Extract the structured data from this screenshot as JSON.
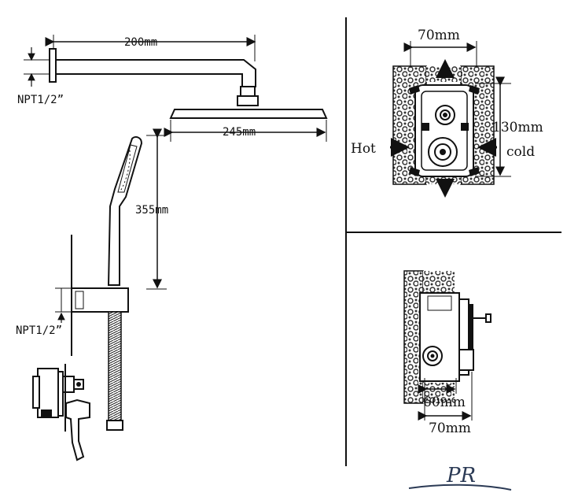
{
  "labels": {
    "arm_length": "200mm",
    "arm_thread": "NPT1/2”",
    "head_width": "245mm",
    "handheld_length": "355mm",
    "holder_thread": "NPT1/2”",
    "box_width_top": "70mm",
    "box_height": "130mm",
    "hot": "Hot",
    "cold": "cold",
    "depth_inner": "60mm",
    "depth_outer": "70mm"
  },
  "logo": {
    "text": "PR"
  },
  "colors": {
    "line": "#111111",
    "background": "#ffffff",
    "wall_stone": "#333333"
  },
  "icons": [
    "logo-pr-icon",
    "arrow-up-icon",
    "arrow-down-icon",
    "arrow-right-icon",
    "arrow-left-icon"
  ]
}
